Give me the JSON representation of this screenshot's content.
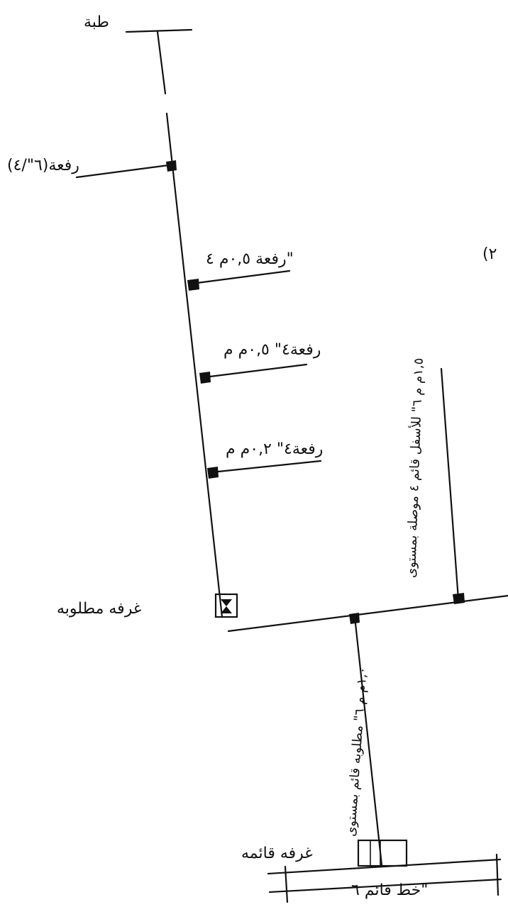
{
  "labels": {
    "top": "طبة",
    "branch1": "رفعة(٦\"/٤)",
    "branch2": "رفعة ٠,٥م ٤\"",
    "branch3": "رفعة٤\" ٠,٥م م",
    "branch4": "رفعة٤\" ٠,٢م م",
    "right_riser": "١,٥م م ٦\" للأسفل قائم ٤ موصلة بمستوى",
    "chamber_required": "غرفه مطلوبه",
    "lower_pipe": "١,٠م م ٦\" مطلوبه قائم بمستوى",
    "existing_chamber": "غرفه قائمه",
    "existing_line": "خط قائم ٦\"",
    "edge_fragment": "(٢"
  }
}
